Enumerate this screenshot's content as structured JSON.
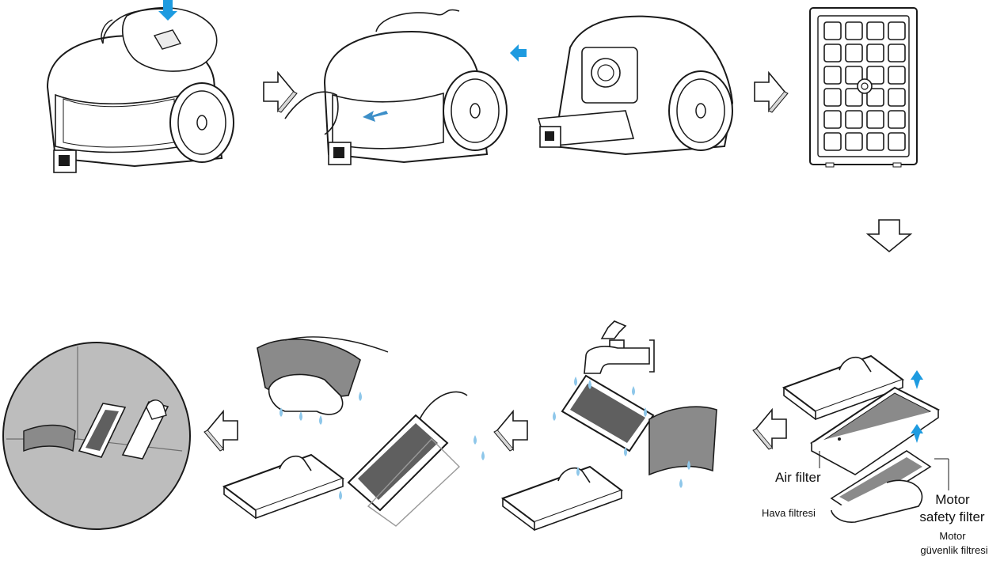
{
  "labels": {
    "air_filter": "Air filter",
    "air_filter_tr": "Hava filtresi",
    "motor_filter_line1": "Motor",
    "motor_filter_line2": "safety filter",
    "motor_filter_tr_line1": "Motor",
    "motor_filter_tr_line2": "güvenlik filtresi"
  },
  "colors": {
    "line": "#1a1a1a",
    "arrow_blue": "#1e9be0",
    "filter_gray": "#8a8a8a",
    "water": "#8ec7ea",
    "circle_bg": "#bdbdbd"
  },
  "icons": [
    "down-arrow-icon",
    "right-arrow-icon",
    "left-arrow-icon",
    "faucet-icon",
    "hand-icon"
  ]
}
